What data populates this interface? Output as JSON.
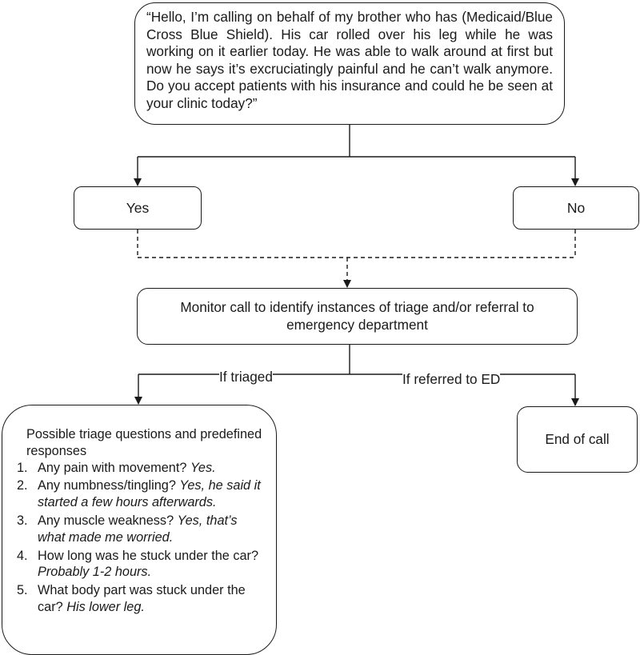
{
  "script": {
    "text": "“Hello, I’m calling on behalf of my brother who has (Medicaid/Blue Cross Blue Shield). His car rolled over his leg while he was working on it earlier today. He was able to walk around at first but now he says it’s excruciatingly painful and he can’t walk anymore. Do you accept patients with his insurance and could he be seen at your clinic today?”"
  },
  "answers": {
    "yes": "Yes",
    "no": "No"
  },
  "monitor": {
    "text": "Monitor call to identify instances of triage and/or referral to emergency department"
  },
  "branches": {
    "triaged": "If triaged",
    "referred": "If referred to ED"
  },
  "end": {
    "text": "End of call"
  },
  "triage": {
    "heading": "Possible triage questions and predefined responses",
    "items": [
      {
        "num": "1.",
        "question": "Any pain with movement? ",
        "answer": "Yes."
      },
      {
        "num": "2.",
        "question": "Any numbness/tingling? ",
        "answer": "Yes, he said it started a few hours afterwards."
      },
      {
        "num": "3.",
        "question": "Any muscle weakness? ",
        "answer": "Yes, that’s what made me worried."
      },
      {
        "num": "4.",
        "question": "How long was he stuck under the car? ",
        "answer": "Probably 1-2 hours."
      },
      {
        "num": "5.",
        "question": "What body part was stuck under the car? ",
        "answer": "His lower leg."
      }
    ]
  },
  "colors": {
    "line": "#1a1a1a",
    "background": "#ffffff"
  }
}
